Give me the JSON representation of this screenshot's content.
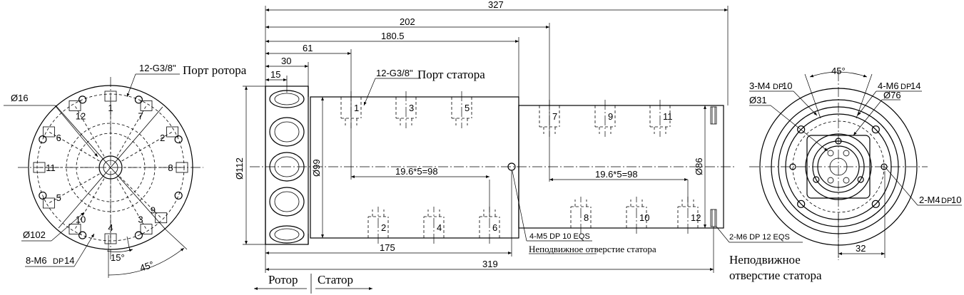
{
  "dims": {
    "d327": "327",
    "d202": "202",
    "d180_5": "180.5",
    "d61": "61",
    "d30": "30",
    "d15": "15",
    "d112": "Ø112",
    "d99": "Ø99",
    "d86": "Ø86",
    "d175": "175",
    "d319": "319",
    "pitch_left": "19.6*5=98",
    "pitch_right": "19.6*5=98",
    "d16": "Ø16",
    "d102": "Ø102",
    "angle15": "15°",
    "angle45_left": "45°",
    "angle45_right": "45°",
    "d31": "Ø31",
    "d76": "Ø76",
    "d32": "32"
  },
  "labels": {
    "rotor_port_code": "12-G3/8\"",
    "rotor_port_text": "Порт ротора",
    "stator_port_code": "12-G3/8\"",
    "stator_port_text": "Порт статора",
    "m6_left_code": "8-M6",
    "m6_left_dp": "DP",
    "m6_left_depth": "14",
    "m5_note": "4-M5 DP 10 EQS",
    "fixed_hole_1": "Неподвижное отверстие статора",
    "m6_right_note": "2-M6 DP 12 EQS",
    "fixed_hole_2a": "Неподвижное",
    "fixed_hole_2b": "отверстие статора",
    "m4_top_code": "3-M4",
    "m4_top_dp": "DP",
    "m4_top_depth": "10",
    "m6_top_code": "4-M6",
    "m6_top_dp": "DP",
    "m6_top_depth": "14",
    "m4_right_code": "2-M4",
    "m4_right_dp": "DP",
    "m4_right_depth": "10",
    "rotor": "Ротор",
    "stator": "Статор"
  },
  "left_port_numbers": [
    "1",
    "2",
    "3",
    "4",
    "5",
    "6",
    "7",
    "8",
    "9",
    "10",
    "11",
    "12"
  ],
  "stator_top_numbers": [
    "1",
    "3",
    "5",
    "7",
    "9",
    "11"
  ],
  "stator_bottom_numbers": [
    "2",
    "4",
    "6",
    "8",
    "10",
    "12"
  ]
}
